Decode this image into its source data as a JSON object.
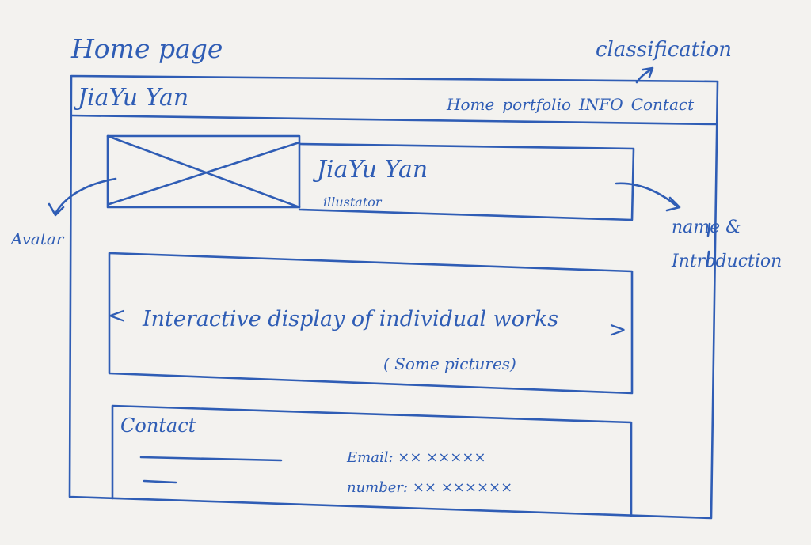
{
  "page_title": "Home page",
  "annotations": {
    "classification": "classification",
    "avatar": "Avatar",
    "name_intro_line1": "name &",
    "name_intro_line2": "Introduction"
  },
  "header": {
    "site_name": "JiaYu Yan",
    "nav": [
      "Home",
      "portfolio",
      "INFO",
      "Contact"
    ]
  },
  "profile": {
    "name": "JiaYu Yan",
    "role": "illustator"
  },
  "carousel": {
    "prev": "<",
    "next": ">",
    "text": "Interactive display of individual works",
    "subtext": "( Some pictures)"
  },
  "contact": {
    "title": "Contact",
    "email": "Email: ×× ×××××",
    "number": "number: ×× ××××××"
  },
  "colors": {
    "ink": "#2f5db5",
    "paper": "#f3f2ef"
  }
}
